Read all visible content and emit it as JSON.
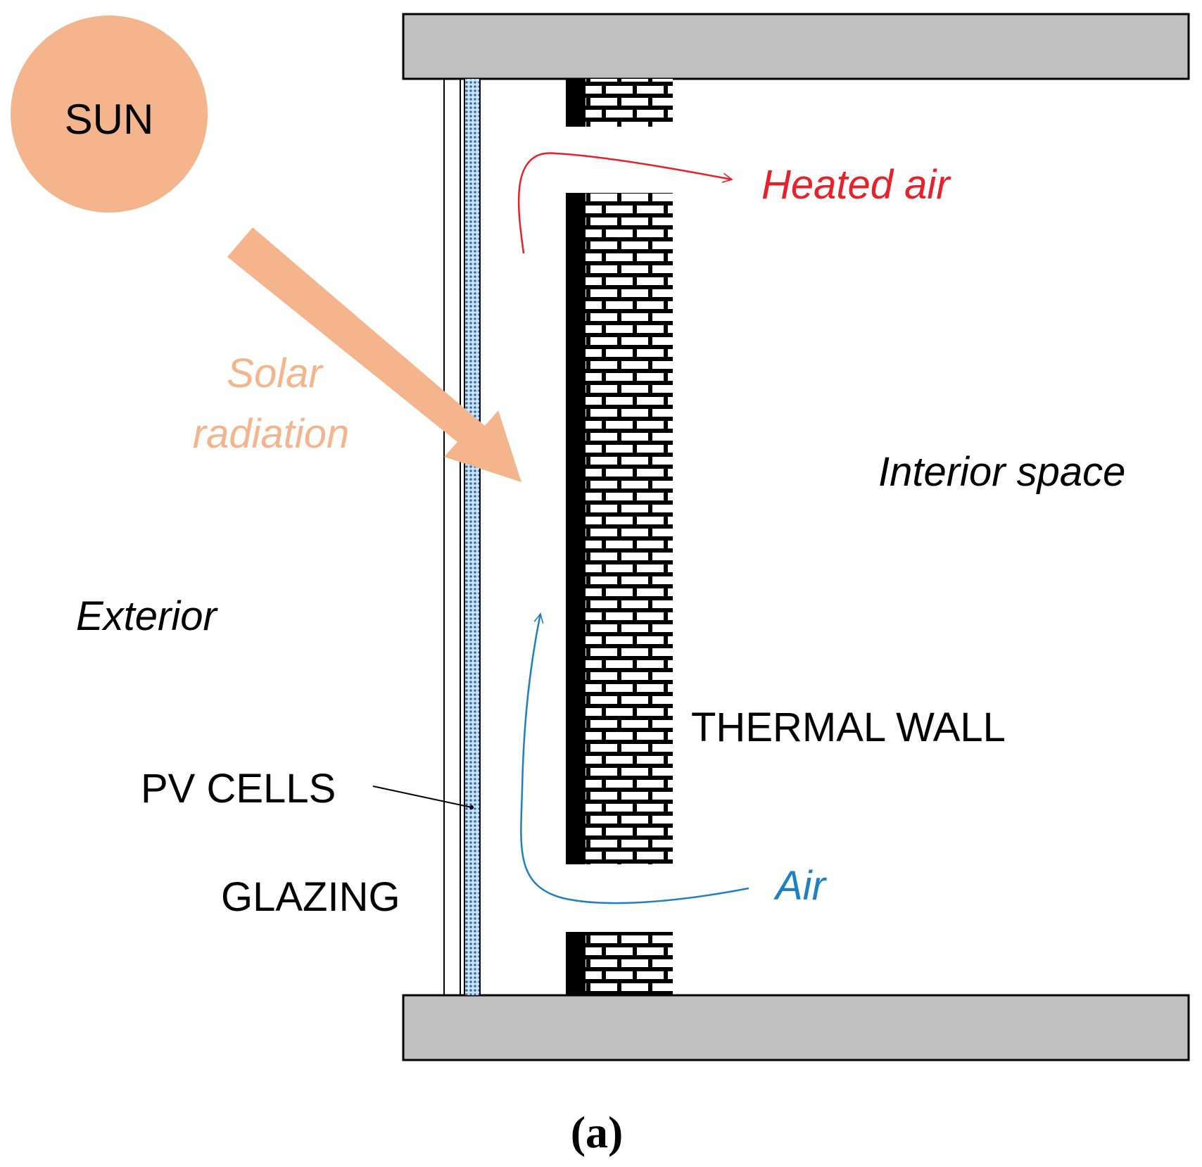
{
  "labels": {
    "sun": "SUN",
    "solar_radiation_line1": "Solar",
    "solar_radiation_line2": "radiation",
    "heated_air": "Heated air",
    "interior_space": "Interior space",
    "exterior": "Exterior",
    "thermal_wall": "THERMAL WALL",
    "pv_cells": "PV CELLS",
    "glazing": "GLAZING",
    "air": "Air",
    "caption": "(a)"
  },
  "colors": {
    "sun": "#f5b58c",
    "solar_label": "#f5b58c",
    "heated_air": "#e8202a",
    "air": "#1f7fc4",
    "slab": "#c0c0c0",
    "pv_cells": "#3a7fc4",
    "brick": "#000000",
    "text": "#000000"
  }
}
